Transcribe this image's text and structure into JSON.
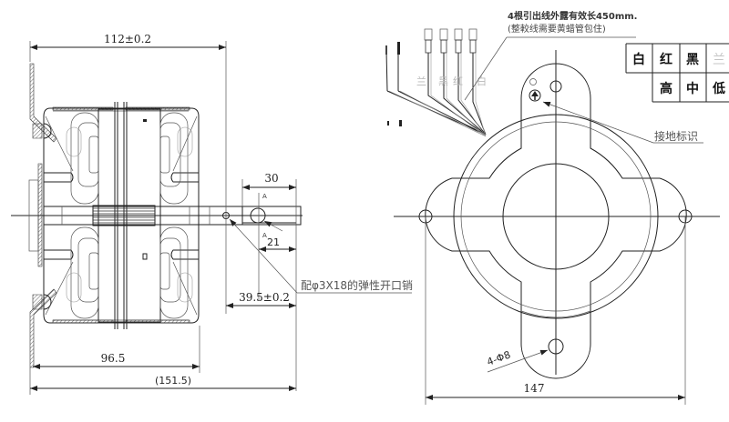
{
  "drawing": {
    "side_view": {
      "dim_overall_width": "112±0.2",
      "dim_shaft_flat": "30",
      "dim_section_mark_top": "A",
      "dim_section_mark_bottom": "A",
      "dim_hole_pos": "21",
      "dim_shaft_ext": "39.5±0.2",
      "dim_body_width": "96.5",
      "dim_total_length": "(151.5)",
      "pin_note": "配φ3X18的弹性开口销"
    },
    "front_view": {
      "lead_note_line1": "4根引出线外露有效长450mm.",
      "lead_note_line2": "(整較线需要黄蜡管包住)",
      "wire_colors_faint": [
        "兰",
        "黑",
        "红",
        "白"
      ],
      "ground_label": "接地标识",
      "hole_note": "4-Φ8",
      "dim_mount_span": "147"
    },
    "wire_table": {
      "row1": [
        "白",
        "红",
        "黑",
        "兰"
      ],
      "row2": [
        "",
        "高",
        "中",
        "低"
      ]
    }
  }
}
